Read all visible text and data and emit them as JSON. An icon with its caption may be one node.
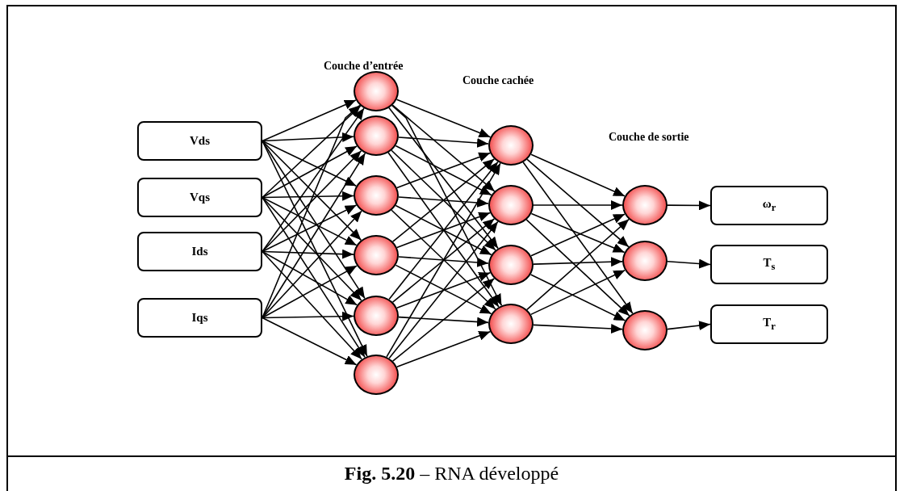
{
  "diagram": {
    "caption": "**Fig. 5.20** – RNA développé",
    "nodes": [
      {
        "text": [
          "Vds"
        ]
      },
      {
        "text": [
          "Vqs"
        ]
      },
      {
        "text": [
          "Ids"
        ]
      },
      {
        "text": [
          "Iqs"
        ]
      },
      {
        "text": [],
        "shape": "circle"
      },
      {
        "text": [],
        "shape": "circle"
      },
      {
        "text": [],
        "shape": "circle"
      },
      {
        "text": [],
        "shape": "circle"
      },
      {
        "text": [],
        "shape": "circle"
      },
      {
        "text": [],
        "shape": "circle"
      },
      {
        "text": [],
        "shape": "circle"
      },
      {
        "text": [],
        "shape": "circle"
      },
      {
        "text": [],
        "shape": "circle"
      },
      {
        "text": [],
        "shape": "circle"
      },
      {
        "text": [],
        "shape": "circle"
      },
      {
        "text": [],
        "shape": "circle"
      },
      {
        "text": [],
        "shape": "circle"
      },
      {
        "text": [
          "ω$_{r}$"
        ]
      },
      {
        "text": [
          "T$_{s}$"
        ]
      },
      {
        "text": [
          "T$_{r}$"
        ]
      }
    ],
    "edges": [
      {
        "from": 0,
        "to": 4,
        "arrow": "to"
      },
      {
        "from": 0,
        "to": 5,
        "arrow": "to"
      },
      {
        "from": 0,
        "to": 6,
        "arrow": "to"
      },
      {
        "from": 0,
        "to": 7,
        "arrow": "to"
      },
      {
        "from": 0,
        "to": 8,
        "arrow": "to"
      },
      {
        "from": 0,
        "to": 9,
        "arrow": "to"
      },
      {
        "from": 1,
        "to": 4,
        "arrow": "to"
      },
      {
        "from": 1,
        "to": 5,
        "arrow": "to"
      },
      {
        "from": 1,
        "to": 6,
        "arrow": "to"
      },
      {
        "from": 1,
        "to": 7,
        "arrow": "to"
      },
      {
        "from": 1,
        "to": 8,
        "arrow": "to"
      },
      {
        "from": 1,
        "to": 9,
        "arrow": "to"
      },
      {
        "from": 2,
        "to": 4,
        "arrow": "to"
      },
      {
        "from": 2,
        "to": 5,
        "arrow": "to"
      },
      {
        "from": 2,
        "to": 6,
        "arrow": "to"
      },
      {
        "from": 2,
        "to": 7,
        "arrow": "to"
      },
      {
        "from": 2,
        "to": 8,
        "arrow": "to"
      },
      {
        "from": 2,
        "to": 9,
        "arrow": "to"
      },
      {
        "from": 3,
        "to": 4,
        "arrow": "to"
      },
      {
        "from": 3,
        "to": 5,
        "arrow": "to"
      },
      {
        "from": 3,
        "to": 6,
        "arrow": "to"
      },
      {
        "from": 3,
        "to": 7,
        "arrow": "to"
      },
      {
        "from": 3,
        "to": 8,
        "arrow": "to"
      },
      {
        "from": 3,
        "to": 9,
        "arrow": "to"
      },
      {
        "from": 4,
        "to": 10,
        "arrow": "to"
      },
      {
        "from": 4,
        "to": 11,
        "arrow": "to"
      },
      {
        "from": 4,
        "to": 12,
        "arrow": "to"
      },
      {
        "from": 4,
        "to": 13,
        "arrow": "to"
      },
      {
        "from": 5,
        "to": 10,
        "arrow": "to"
      },
      {
        "from": 5,
        "to": 11,
        "arrow": "to"
      },
      {
        "from": 5,
        "to": 12,
        "arrow": "to"
      },
      {
        "from": 5,
        "to": 13,
        "arrow": "to"
      },
      {
        "from": 6,
        "to": 10,
        "arrow": "to"
      },
      {
        "from": 6,
        "to": 11,
        "arrow": "to"
      },
      {
        "from": 6,
        "to": 12,
        "arrow": "to"
      },
      {
        "from": 6,
        "to": 13,
        "arrow": "to"
      },
      {
        "from": 7,
        "to": 10,
        "arrow": "to"
      },
      {
        "from": 7,
        "to": 11,
        "arrow": "to"
      },
      {
        "from": 7,
        "to": 12,
        "arrow": "to"
      },
      {
        "from": 7,
        "to": 13,
        "arrow": "to"
      },
      {
        "from": 8,
        "to": 10,
        "arrow": "to"
      },
      {
        "from": 8,
        "to": 11,
        "arrow": "to"
      },
      {
        "from": 8,
        "to": 12,
        "arrow": "to"
      },
      {
        "from": 8,
        "to": 13,
        "arrow": "to"
      },
      {
        "from": 9,
        "to": 10,
        "arrow": "to"
      },
      {
        "from": 9,
        "to": 11,
        "arrow": "to"
      },
      {
        "from": 9,
        "to": 12,
        "arrow": "to"
      },
      {
        "from": 9,
        "to": 13,
        "arrow": "to"
      },
      {
        "from": 10,
        "to": 14,
        "arrow": "to"
      },
      {
        "from": 10,
        "to": 15,
        "arrow": "to"
      },
      {
        "from": 10,
        "to": 16,
        "arrow": "to"
      },
      {
        "from": 11,
        "to": 14,
        "arrow": "to"
      },
      {
        "from": 11,
        "to": 15,
        "arrow": "to"
      },
      {
        "from": 11,
        "to": 16,
        "arrow": "to"
      },
      {
        "from": 12,
        "to": 14,
        "arrow": "to"
      },
      {
        "from": 12,
        "to": 15,
        "arrow": "to"
      },
      {
        "from": 12,
        "to": 16,
        "arrow": "to"
      },
      {
        "from": 13,
        "to": 14,
        "arrow": "to"
      },
      {
        "from": 13,
        "to": 15,
        "arrow": "to"
      },
      {
        "from": 13,
        "to": 16,
        "arrow": "to"
      },
      {
        "from": 14,
        "to": 17,
        "arrow": "to"
      },
      {
        "from": 15,
        "to": 18,
        "arrow": "to"
      },
      {
        "from": 16,
        "to": 19,
        "arrow": "to"
      }
    ],
    "labels": [
      "Couche d’entrée",
      "Couche cachée",
      "Couche de sortie"
    ]
  }
}
